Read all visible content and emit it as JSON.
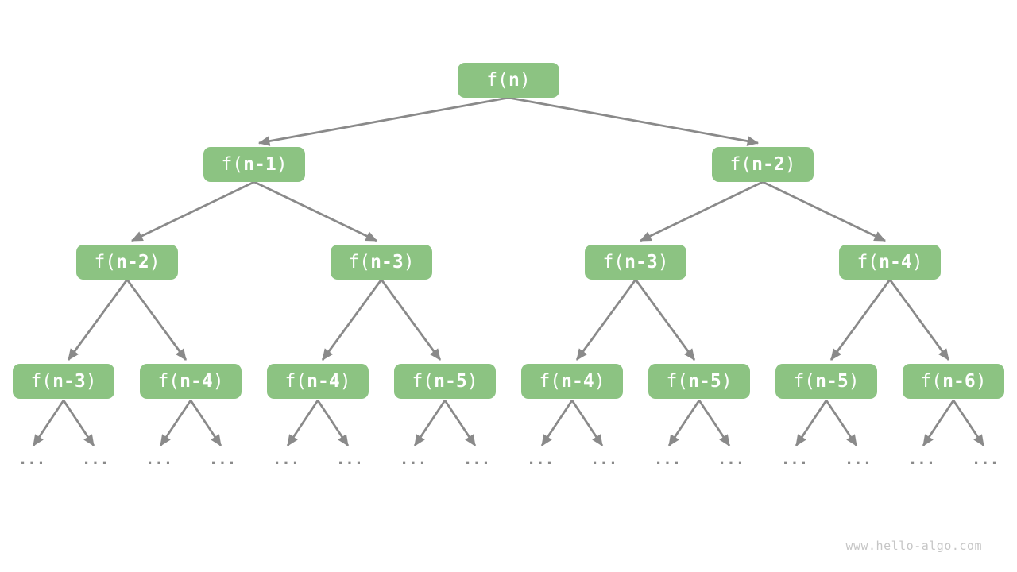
{
  "diagram": {
    "kind": "recursion-tree"
  },
  "tree": {
    "nodes": [
      {
        "id": "n1",
        "prefix": "f(",
        "arg": "n",
        "suffix": ")"
      },
      {
        "id": "n2",
        "prefix": "f(",
        "arg": "n-1",
        "suffix": ")"
      },
      {
        "id": "n3",
        "prefix": "f(",
        "arg": "n-2",
        "suffix": ")"
      },
      {
        "id": "n4",
        "prefix": "f(",
        "arg": "n-2",
        "suffix": ")"
      },
      {
        "id": "n5",
        "prefix": "f(",
        "arg": "n-3",
        "suffix": ")"
      },
      {
        "id": "n6",
        "prefix": "f(",
        "arg": "n-3",
        "suffix": ")"
      },
      {
        "id": "n7",
        "prefix": "f(",
        "arg": "n-4",
        "suffix": ")"
      },
      {
        "id": "n8",
        "prefix": "f(",
        "arg": "n-3",
        "suffix": ")"
      },
      {
        "id": "n9",
        "prefix": "f(",
        "arg": "n-4",
        "suffix": ")"
      },
      {
        "id": "n10",
        "prefix": "f(",
        "arg": "n-4",
        "suffix": ")"
      },
      {
        "id": "n11",
        "prefix": "f(",
        "arg": "n-5",
        "suffix": ")"
      },
      {
        "id": "n12",
        "prefix": "f(",
        "arg": "n-4",
        "suffix": ")"
      },
      {
        "id": "n13",
        "prefix": "f(",
        "arg": "n-5",
        "suffix": ")"
      },
      {
        "id": "n14",
        "prefix": "f(",
        "arg": "n-5",
        "suffix": ")"
      },
      {
        "id": "n15",
        "prefix": "f(",
        "arg": "n-6",
        "suffix": ")"
      }
    ],
    "edges": [
      [
        "n1",
        "n2"
      ],
      [
        "n1",
        "n3"
      ],
      [
        "n2",
        "n4"
      ],
      [
        "n2",
        "n5"
      ],
      [
        "n3",
        "n6"
      ],
      [
        "n3",
        "n7"
      ],
      [
        "n4",
        "n8"
      ],
      [
        "n4",
        "n9"
      ],
      [
        "n5",
        "n10"
      ],
      [
        "n5",
        "n11"
      ],
      [
        "n6",
        "n12"
      ],
      [
        "n6",
        "n13"
      ],
      [
        "n7",
        "n14"
      ],
      [
        "n7",
        "n15"
      ]
    ],
    "leaf_ids": [
      "n8",
      "n9",
      "n10",
      "n11",
      "n12",
      "n13",
      "n14",
      "n15"
    ]
  },
  "ellipsis": "...",
  "watermark": "www.hello-algo.com",
  "colors": {
    "node_fill": "#8cc382",
    "node_text": "#ffffff",
    "edge": "#8a8a8a",
    "watermark": "#c6c6c6",
    "background": "#ffffff"
  }
}
